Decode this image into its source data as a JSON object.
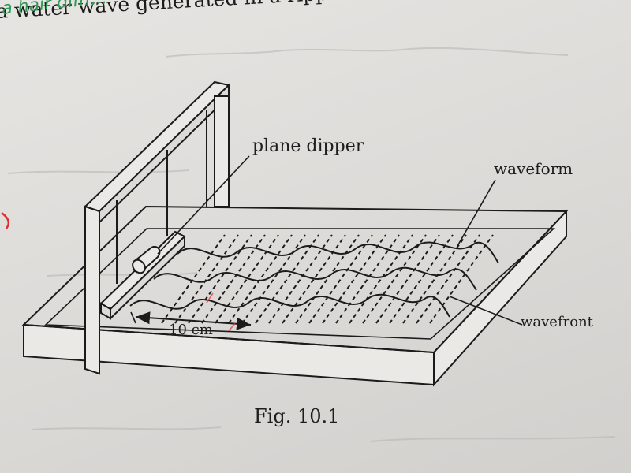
{
  "heading": {
    "text": "a water wave generated in a ripple tank experiment.",
    "handwritten_note": "a hair diffr..."
  },
  "labels": {
    "plane_dipper": "plane dipper",
    "waveform": "waveform",
    "wavefront": "wavefront",
    "scale": "10 cm",
    "figure": "Fig. 10.1"
  },
  "colors": {
    "paper": "#e2e0dd",
    "ink": "#1b1b1b",
    "handwriting_green": "#2e9a55",
    "pen_red": "#d93030"
  }
}
